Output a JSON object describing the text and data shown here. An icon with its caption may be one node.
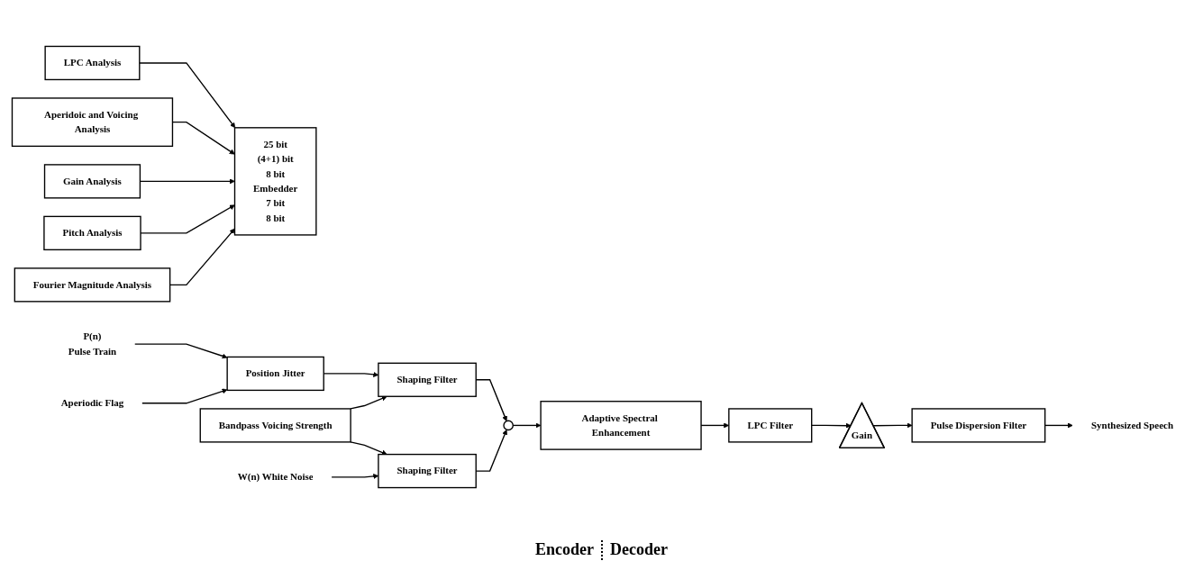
{
  "diagram": {
    "nodes": [
      {
        "text": [
          "LPC Analysis"
        ]
      },
      {
        "text": [
          "Aperidoic and Voicing Analysis"
        ]
      },
      {
        "text": [
          "Gain Analysis"
        ]
      },
      {
        "text": [
          "25 bit",
          "(4+1) bit",
          "8 bit",
          "Embedder",
          "7 bit",
          "8 bit"
        ]
      },
      {
        "text": [
          "Pitch Analysis"
        ]
      },
      {
        "text": [
          "Fourier Magnitude Analysis"
        ]
      },
      {
        "text": [
          "P(n)",
          "Pulse Train"
        ]
      },
      {
        "text": [
          "Position Jitter"
        ]
      },
      {
        "text": [
          "Shaping Filter"
        ]
      },
      {
        "text": [
          "Aperiodic Flag"
        ]
      },
      {
        "text": [
          "Bandpass Voicing Strength"
        ]
      },
      {
        "text": [
          "Shaping Filter"
        ]
      },
      {
        "text": [],
        "shape": "circle"
      },
      {
        "text": [
          "W(n) White Noise"
        ]
      },
      {
        "text": [
          "Adaptive Spectral Enhancement"
        ]
      },
      {
        "text": [
          "LPC Filter"
        ]
      },
      {
        "text": [
          "Gain"
        ]
      },
      {
        "text": [
          "Pulse Dispersion Filter"
        ]
      },
      {
        "text": [
          "Synthesized Speech"
        ]
      }
    ],
    "edges": [
      {
        "from": 0,
        "to": 3,
        "arrow": "to"
      },
      {
        "from": 1,
        "to": 3,
        "arrow": "to"
      },
      {
        "from": 2,
        "to": 3,
        "arrow": "to"
      },
      {
        "from": 4,
        "to": 3,
        "arrow": "to"
      },
      {
        "from": 5,
        "to": 3,
        "arrow": "to"
      },
      {
        "from": 6,
        "to": 7,
        "arrow": "to"
      },
      {
        "from": 7,
        "to": 8,
        "arrow": "to"
      },
      {
        "from": 9,
        "to": 7,
        "arrow": "to"
      },
      {
        "from": 10,
        "to": 8,
        "arrow": "to"
      },
      {
        "from": 10,
        "to": 11,
        "arrow": "to"
      },
      {
        "from": 13,
        "to": 11,
        "arrow": "to"
      },
      {
        "from": 8,
        "to": 12,
        "arrow": "to"
      },
      {
        "from": 11,
        "to": 12,
        "arrow": "to"
      },
      {
        "from": 12,
        "to": 14,
        "arrow": "to"
      },
      {
        "from": 14,
        "to": 15,
        "arrow": "to"
      },
      {
        "from": 15,
        "to": 16,
        "arrow": "to"
      },
      {
        "from": 16,
        "to": 17,
        "arrow": "to"
      },
      {
        "from": 17,
        "to": 18,
        "arrow": "to"
      }
    ],
    "labels": [
      "Encoder",
      "Decoder"
    ]
  }
}
